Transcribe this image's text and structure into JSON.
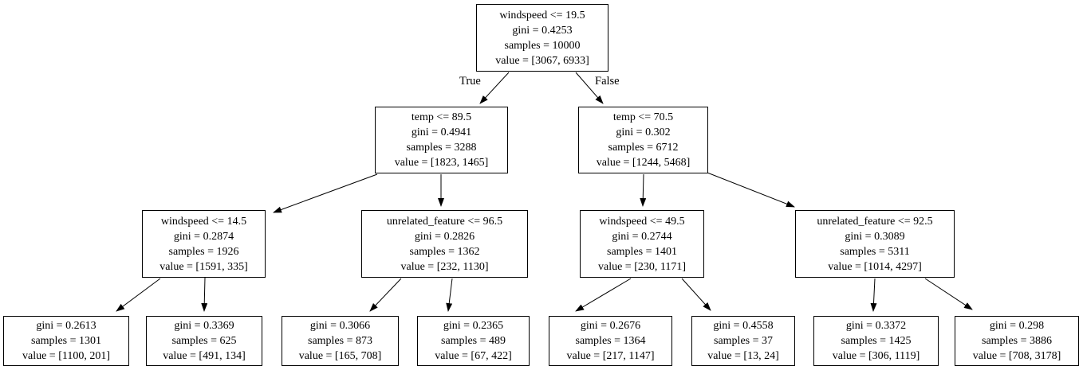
{
  "tree": {
    "background_color": "#ffffff",
    "node_border_color": "#000000",
    "text_color": "#000000",
    "edge_labels": {
      "true": "True",
      "false": "False"
    },
    "nodes": [
      {
        "id": "root",
        "condition": "windspeed <= 19.5",
        "gini": "gini = 0.4253",
        "samples": "samples = 10000",
        "value": "value = [3067, 6933]"
      },
      {
        "id": "temp-left",
        "condition": "temp <= 89.5",
        "gini": "gini = 0.4941",
        "samples": "samples = 3288",
        "value": "value = [1823, 1465]"
      },
      {
        "id": "temp-right",
        "condition": "temp <= 70.5",
        "gini": "gini = 0.302",
        "samples": "samples = 6712",
        "value": "value = [1244, 5468]"
      },
      {
        "id": "windspeed-left",
        "condition": "windspeed <= 14.5",
        "gini": "gini = 0.2874",
        "samples": "samples = 1926",
        "value": "value = [1591, 335]"
      },
      {
        "id": "unrelated-left",
        "condition": "unrelated_feature <= 96.5",
        "gini": "gini = 0.2826",
        "samples": "samples = 1362",
        "value": "value = [232, 1130]"
      },
      {
        "id": "windspeed-right",
        "condition": "windspeed <= 49.5",
        "gini": "gini = 0.2744",
        "samples": "samples = 1401",
        "value": "value = [230, 1171]"
      },
      {
        "id": "unrelated-right",
        "condition": "unrelated_feature <= 92.5",
        "gini": "gini = 0.3089",
        "samples": "samples = 5311",
        "value": "value = [1014, 4297]"
      },
      {
        "id": "leaf-1",
        "gini": "gini = 0.2613",
        "samples": "samples = 1301",
        "value": "value = [1100, 201]"
      },
      {
        "id": "leaf-2",
        "gini": "gini = 0.3369",
        "samples": "samples = 625",
        "value": "value = [491, 134]"
      },
      {
        "id": "leaf-3",
        "gini": "gini = 0.3066",
        "samples": "samples = 873",
        "value": "value = [165, 708]"
      },
      {
        "id": "leaf-4",
        "gini": "gini = 0.2365",
        "samples": "samples = 489",
        "value": "value = [67, 422]"
      },
      {
        "id": "leaf-5",
        "gini": "gini = 0.2676",
        "samples": "samples = 1364",
        "value": "value = [217, 1147]"
      },
      {
        "id": "leaf-6",
        "gini": "gini = 0.4558",
        "samples": "samples = 37",
        "value": "value = [13, 24]"
      },
      {
        "id": "leaf-7",
        "gini": "gini = 0.3372",
        "samples": "samples = 1425",
        "value": "value = [306, 1119]"
      },
      {
        "id": "leaf-8",
        "gini": "gini = 0.298",
        "samples": "samples = 3886",
        "value": "value = [708, 3178]"
      }
    ]
  }
}
